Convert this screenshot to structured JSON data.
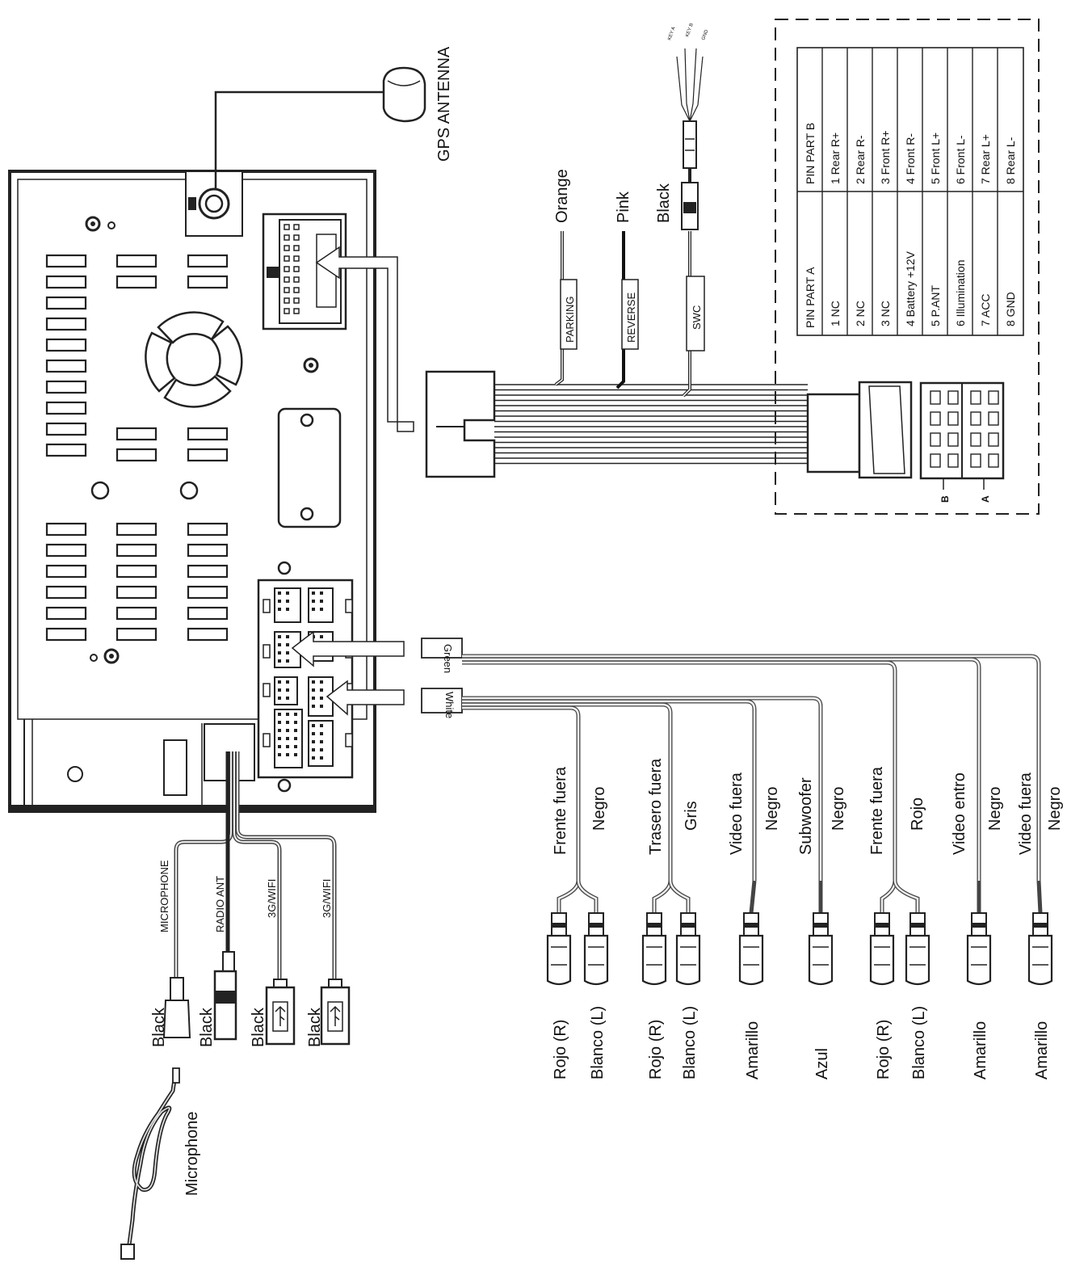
{
  "gps_antenna": "GPS ANTENNA",
  "wires_top": [
    {
      "color": "Orange",
      "tag": "PARKING"
    },
    {
      "color": "Pink",
      "tag": "REVERSE"
    },
    {
      "color": "Black",
      "tag": "SWC"
    }
  ],
  "swc_plug": {
    "pins": [
      "KEY A",
      "KEY B",
      "GND"
    ]
  },
  "pin_table": {
    "header_a": "PIN PART A",
    "header_b": "PIN PART B",
    "rows": [
      {
        "a": "1  NC",
        "b": "1 Rear R+"
      },
      {
        "a": "2  NC",
        "b": "2 Rear R-"
      },
      {
        "a": "3  NC",
        "b": "3 Front R+"
      },
      {
        "a": "4  Battery +12V",
        "b": "4 Front R-"
      },
      {
        "a": "5 P.ANT",
        "b": "5 Front L+"
      },
      {
        "a": "6 Illumination",
        "b": "6 Front L-"
      },
      {
        "a": "7  ACC",
        "b": "7 Rear L+"
      },
      {
        "a": "8 GND",
        "b": "8 Rear L-"
      }
    ]
  },
  "iso": {
    "label_b": "B",
    "label_a": "A"
  },
  "harness_labels": {
    "green": "Green",
    "white": "White"
  },
  "rca_groups": [
    {
      "func": "Frente fuera",
      "sub": "Negro",
      "plugs": [
        "Rojo (R)",
        "Blanco (L)"
      ]
    },
    {
      "func": "Trasero fuera",
      "sub": "Gris",
      "plugs": [
        "Rojo (R)",
        "Blanco (L)"
      ]
    },
    {
      "func": "Video fuera",
      "sub": "Negro",
      "plugs": [
        "Amarillo"
      ]
    },
    {
      "func": "Subwoofer",
      "sub": "Negro",
      "plugs": [
        "Azul"
      ]
    },
    {
      "func": "Frente fuera",
      "sub": "Rojo",
      "plugs": [
        "Rojo (R)",
        "Blanco (L)"
      ]
    },
    {
      "func": "Video entro",
      "sub": "Negro",
      "plugs": [
        "Amarillo"
      ]
    },
    {
      "func": "Video fuera",
      "sub": "Negro",
      "plugs": [
        "Amarillo"
      ]
    }
  ],
  "bottom_cables": [
    {
      "tag": "MICROPHONE",
      "plug": "Black"
    },
    {
      "tag": "RADIO ANT",
      "plug": "Black"
    },
    {
      "tag": "3G/WIFI",
      "plug": "Black"
    },
    {
      "tag": "3G/WIFI",
      "plug": "Black"
    }
  ],
  "microphone": "Microphone"
}
